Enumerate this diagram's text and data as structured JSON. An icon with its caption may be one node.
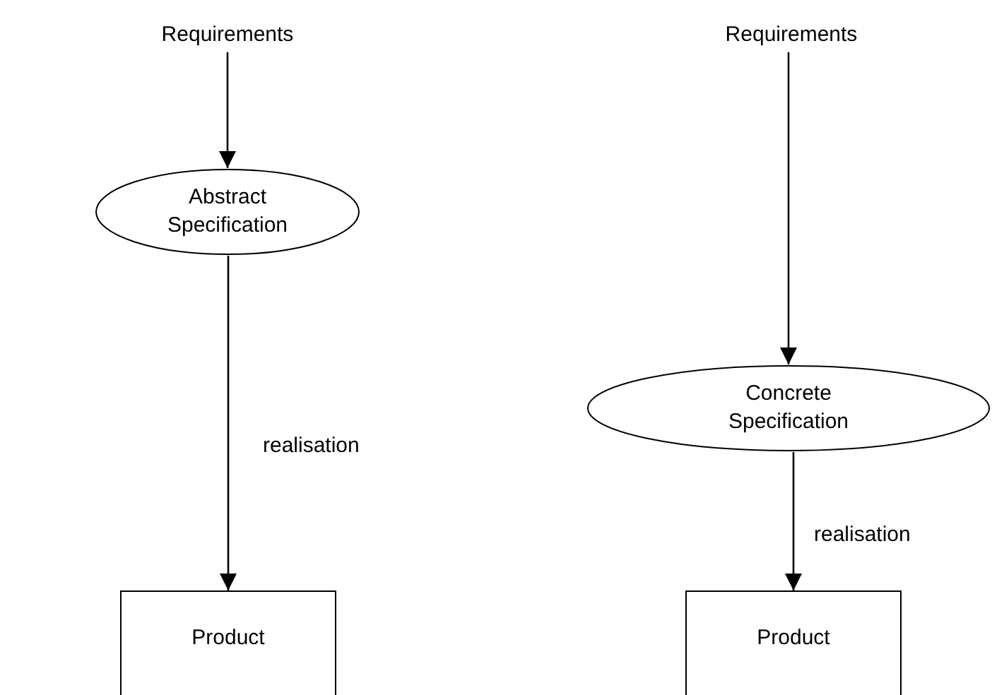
{
  "diagram": {
    "nodes": [
      {
        "text": [
          "Requirements"
        ]
      },
      {
        "text": [
          "Abstract Specification"
        ]
      },
      {
        "text": [
          "Product"
        ]
      },
      {
        "text": [
          "Requirements"
        ]
      },
      {
        "text": [
          "Concrete Specification"
        ]
      },
      {
        "text": [
          "Product"
        ]
      }
    ],
    "edges": [
      {
        "from": 0,
        "to": 1,
        "arrow": "to"
      },
      {
        "from": 1,
        "to": 2,
        "arrow": "to",
        "label": "realisation"
      },
      {
        "from": 3,
        "to": 4,
        "arrow": "to"
      },
      {
        "from": 4,
        "to": 5,
        "arrow": "to",
        "label": "realisation"
      }
    ]
  }
}
